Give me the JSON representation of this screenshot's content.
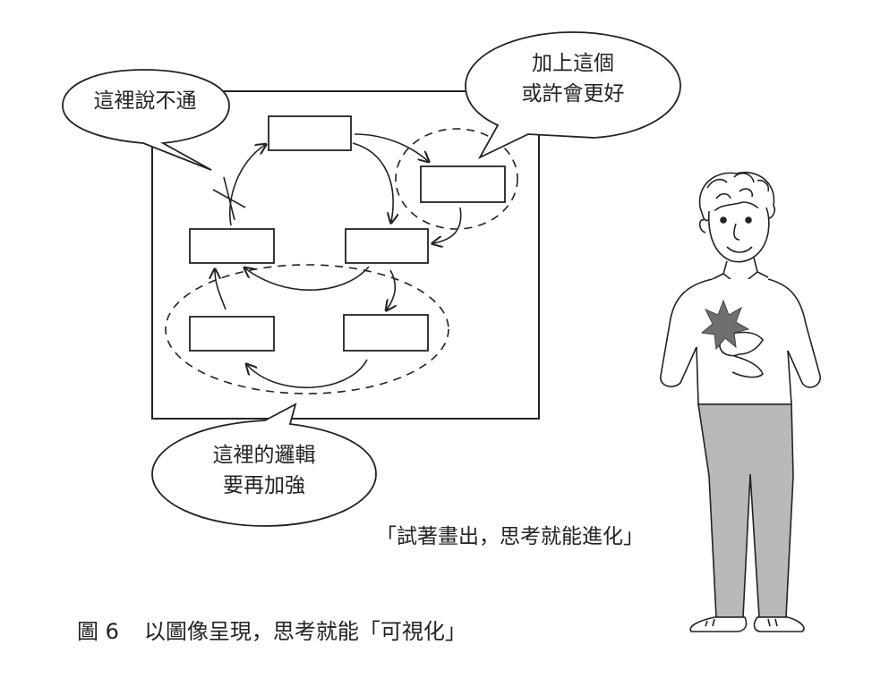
{
  "bubbles": {
    "left": {
      "line1": "這裡說不通"
    },
    "right": {
      "line1": "加上這個",
      "line2": "或許會更好"
    },
    "bottom": {
      "line1": "這裡的邏輯",
      "line2": "要再加強"
    }
  },
  "quote": "「試著畫出，思考就能進化」",
  "caption": {
    "figure_label": "圖 6",
    "text": "以圖像呈現，思考就能「可視化」"
  },
  "colors": {
    "ink": "#222222",
    "pants": "#b9b9b9",
    "spark": "#6f6f6f"
  }
}
